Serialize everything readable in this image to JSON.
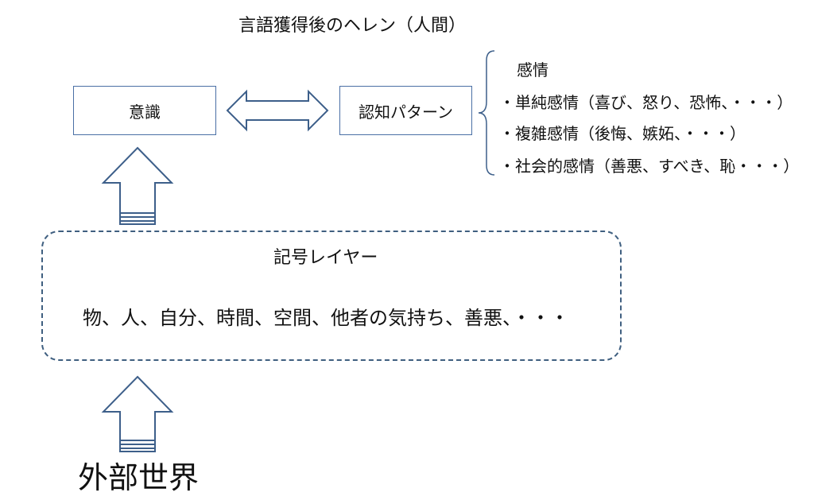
{
  "title": "言語獲得後のヘレン（人間）",
  "boxes": {
    "ishiki": "意識",
    "ninchi": "認知パターン"
  },
  "emotions": {
    "heading": "感情",
    "items": [
      "・単純感情（喜び、怒り、恐怖、・・・）",
      "・複雑感情（後悔、嫉妬、・・・）",
      "・社会的感情（善悪、すべき、恥・・・）"
    ]
  },
  "symbol_layer": {
    "title": "記号レイヤー",
    "content": "物、人、自分、時間、空間、他者の気持ち、善悪、・・・"
  },
  "external_world": "外部世界",
  "colors": {
    "box_border": "#4a6fa5",
    "arrow_stroke": "#3d5f8a",
    "dashed_border": "#3f5f80"
  }
}
